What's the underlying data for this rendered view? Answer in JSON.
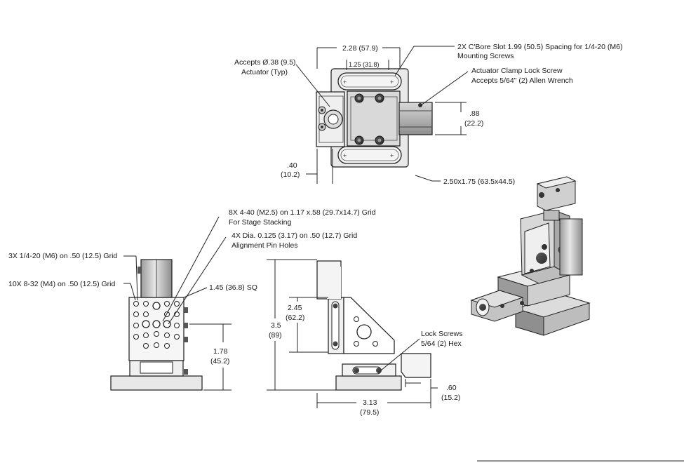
{
  "callouts": {
    "top_width": "2.28 (57.9)",
    "top_spacing": "1.25 (31.8)",
    "cbore_line1": "2X C'Bore Slot 1.99 (50.5) Spacing for 1/4-20 (M6)",
    "cbore_line2": "Mounting Screws",
    "clamp_line1": "Actuator Clamp Lock Screw",
    "clamp_line2": "Accepts 5/64\" (2) Allen Wrench",
    "actuator_line1": "Accepts Ø.38 (9.5)",
    "actuator_line2": "Actuator (Typ)",
    "height_in": ".88",
    "height_mm": "(22.2)",
    "offset_in": ".40",
    "offset_mm": "(10.2)",
    "base_size": "2.50x1.75 (63.5x44.5)",
    "stacking_line1": "8X 4-40 (M2.5) on 1.17 x.58 (29.7x14.7) Grid",
    "stacking_line2": "For Stage Stacking",
    "pin_line1": "4X Dia. 0.125 (3.17) on .50 (12.7) Grid",
    "pin_line2": "Alignment Pin Holes",
    "grid_quarter": "3X 1/4-20 (M6) on .50 (12.5) Grid",
    "grid_832": "10X 8-32 (M4) on .50 (12.5) Grid",
    "square_size": "1.45 (36.8) SQ",
    "front_height_in": "1.78",
    "front_height_mm": "(45.2)",
    "side_total_in": "3.5",
    "side_total_mm": "(89)",
    "side_upper_in": "2.45",
    "side_upper_mm": "(62.2)",
    "lock_line1": "Lock Screws",
    "lock_line2": "5/64 (2) Hex",
    "side_width_in": "3.13",
    "side_width_mm": "(79.5)",
    "side_offset_in": ".60",
    "side_offset_mm": "(15.2)"
  }
}
